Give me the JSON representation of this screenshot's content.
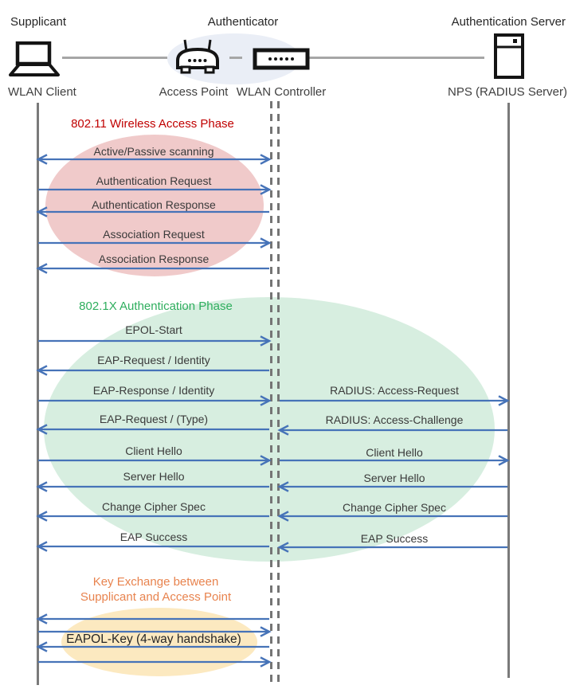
{
  "header": {
    "roles": {
      "supplicant": "Supplicant",
      "authenticator": "Authenticator",
      "authentication_server": "Authentication Server"
    },
    "devices": {
      "wlan_client": "WLAN Client",
      "access_point": "Access Point",
      "wlan_controller": "WLAN Controller",
      "nps": "NPS (RADIUS Server)"
    },
    "icons": [
      "laptop-icon",
      "wireless-router-icon",
      "controller-box-icon",
      "server-tower-icon"
    ]
  },
  "phases": [
    {
      "title": "802.11 Wireless Access Phase",
      "title_color": "#c00000",
      "ellipse_color": "#f0caca"
    },
    {
      "title": "802.1X Authentication Phase",
      "title_color": "#2fae5e",
      "ellipse_color": "#d7eee0"
    },
    {
      "title_line1": "Key Exchange between",
      "title_line2": "Supplicant and Access Point",
      "title_color": "#e8834e",
      "ellipse_color": "#fce9c0"
    }
  ],
  "messages_left": [
    {
      "label": "Active/Passive scanning",
      "direction": "both"
    },
    {
      "label": "Authentication Request",
      "direction": "right"
    },
    {
      "label": "Authentication Response",
      "direction": "left"
    },
    {
      "label": "Association Request",
      "direction": "right"
    },
    {
      "label": "Association Response",
      "direction": "left"
    },
    {
      "label": "EPOL-Start",
      "direction": "right"
    },
    {
      "label": "EAP-Request / Identity",
      "direction": "left"
    },
    {
      "label": "EAP-Response / Identity",
      "direction": "right"
    },
    {
      "label": "EAP-Request / (Type)",
      "direction": "left"
    },
    {
      "label": "Client Hello",
      "direction": "right"
    },
    {
      "label": "Server Hello",
      "direction": "left"
    },
    {
      "label": "Change Cipher Spec",
      "direction": "left"
    },
    {
      "label": "EAP Success",
      "direction": "left"
    },
    {
      "label": "",
      "direction": "left"
    },
    {
      "label": "",
      "direction": "right"
    },
    {
      "label": "EAPOL-Key (4-way handshake)",
      "direction": "left"
    },
    {
      "label": "",
      "direction": "right"
    }
  ],
  "messages_right": [
    {
      "label": "RADIUS: Access-Request",
      "direction": "right"
    },
    {
      "label": "RADIUS: Access-Challenge",
      "direction": "left"
    },
    {
      "label": "Client Hello",
      "direction": "right"
    },
    {
      "label": "Server Hello",
      "direction": "left"
    },
    {
      "label": "Change Cipher Spec",
      "direction": "left"
    },
    {
      "label": "EAP Success",
      "direction": "left"
    }
  ],
  "colors": {
    "arrow": "#4673b8",
    "lifeline": "#7a7a7a",
    "connector": "#a6a6a6",
    "header_ellipse": "#eaeef6",
    "text": "#3a3a3a"
  }
}
